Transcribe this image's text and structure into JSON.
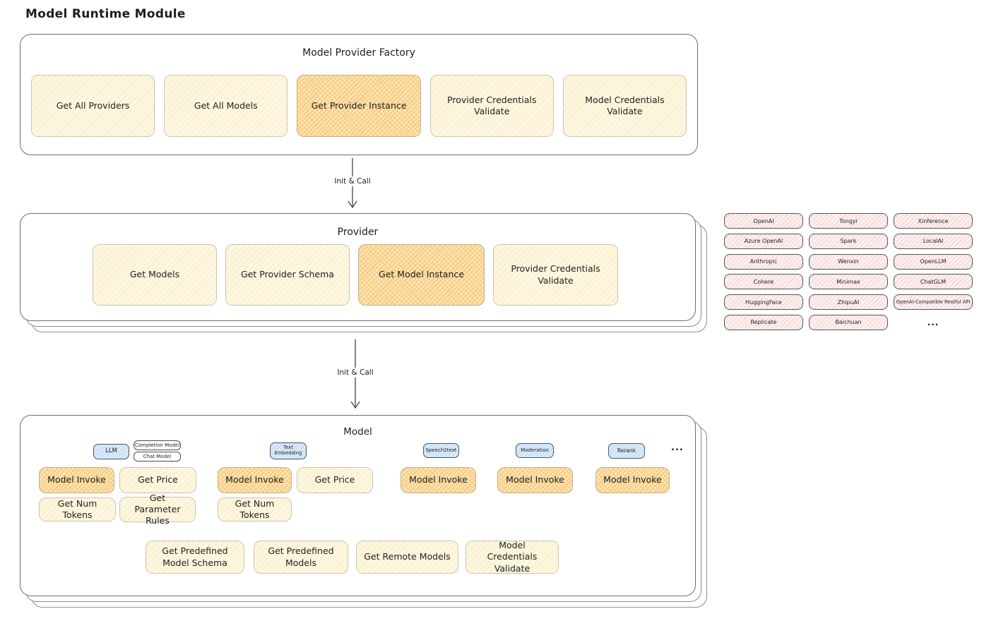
{
  "title": "Model Runtime Module",
  "factory": {
    "title": "Model Provider Factory",
    "buttons": [
      {
        "label": "Get All Providers",
        "highlighted": false
      },
      {
        "label": "Get All Models",
        "highlighted": false
      },
      {
        "label": "Get Provider Instance",
        "highlighted": true
      },
      {
        "label": "Provider Credentials Validate",
        "highlighted": false
      },
      {
        "label": "Model Credentials Validate",
        "highlighted": false
      }
    ]
  },
  "arrows": [
    {
      "label": "Init & Call"
    },
    {
      "label": "Init & Call"
    }
  ],
  "provider": {
    "title": "Provider",
    "buttons": [
      {
        "label": "Get Models",
        "highlighted": false
      },
      {
        "label": "Get Provider Schema",
        "highlighted": false
      },
      {
        "label": "Get Model Instance",
        "highlighted": true
      },
      {
        "label": "Provider Credentials Validate",
        "highlighted": false
      }
    ]
  },
  "provider_grid": {
    "rows": [
      [
        "OpenAI",
        "Tongyi",
        "Xinference"
      ],
      [
        "Azure OpenAI",
        "Spark",
        "LocalAI"
      ],
      [
        "Anthropic",
        "Wenxin",
        "OpenLLM"
      ],
      [
        "Cohere",
        "Minimax",
        "ChatGLM"
      ],
      [
        "HuggingFace",
        "ZhipuAI",
        "OpenAI-Compatible Restful API"
      ],
      [
        "Replicate",
        "Baichuan",
        "..."
      ]
    ]
  },
  "model": {
    "title": "Model",
    "groups": [
      {
        "tag": "LLM",
        "subtags": [
          "Completion Model",
          "Chat Model"
        ],
        "buttons": [
          {
            "label": "Model Invoke",
            "highlighted": true
          },
          {
            "label": "Get Price",
            "highlighted": false
          },
          {
            "label": "Get Num Tokens",
            "highlighted": false
          },
          {
            "label": "Get Parameter Rules",
            "highlighted": false
          }
        ]
      },
      {
        "tag": "Text Embedding",
        "buttons": [
          {
            "label": "Model Invoke",
            "highlighted": true
          },
          {
            "label": "Get Price",
            "highlighted": false
          },
          {
            "label": "Get Num Tokens",
            "highlighted": false
          }
        ]
      },
      {
        "tag": "Speech2text",
        "buttons": [
          {
            "label": "Model Invoke",
            "highlighted": true
          }
        ]
      },
      {
        "tag": "Moderation",
        "buttons": [
          {
            "label": "Model Invoke",
            "highlighted": true
          }
        ]
      },
      {
        "tag": "Rerank",
        "buttons": [
          {
            "label": "Model Invoke",
            "highlighted": true
          }
        ]
      }
    ],
    "more_label": "...",
    "bottom_buttons": [
      "Get Predefined Model Schema",
      "Get Predefined Models",
      "Get Remote Models",
      "Model Credentials Validate"
    ]
  },
  "colors": {
    "action_fill": "#fdf7e1",
    "action_highlight": "#f8cd82",
    "provider_pill_fill": "#fdeeee",
    "type_tag_fill": "#dcebfa",
    "border": "#6e6e6e",
    "text": "#1e1e1e"
  }
}
